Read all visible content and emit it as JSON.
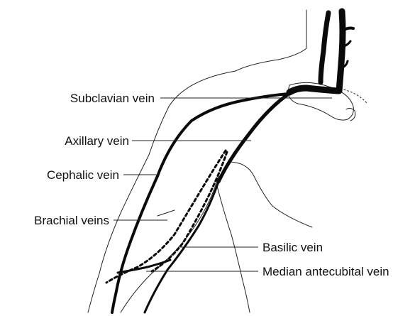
{
  "labels": {
    "subclavian": "Subclavian vein",
    "axillary": "Axillary vein",
    "cephalic": "Cephalic vein",
    "brachial": "Brachial veins",
    "basilic": "Basilic vein",
    "median_antecubital": "Median antecubital vein"
  }
}
